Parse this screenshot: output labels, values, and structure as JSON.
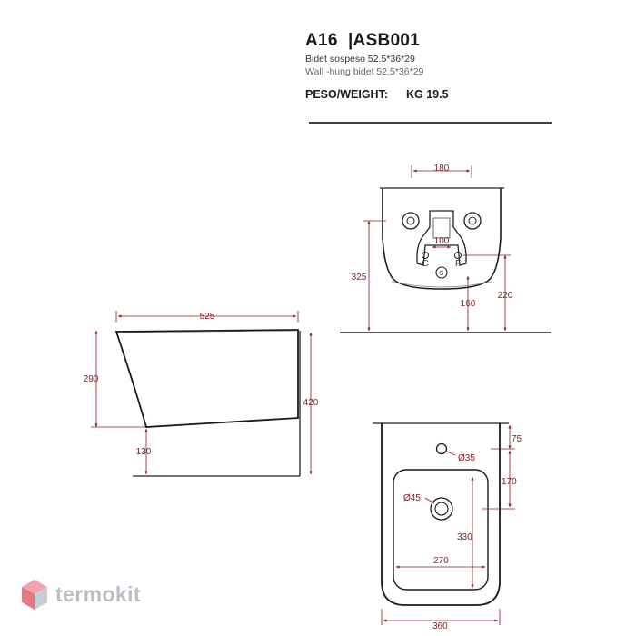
{
  "header": {
    "model": "A16",
    "code": "|ASB001",
    "desc_it": "Bidet sospeso 52.5*36*29",
    "desc_en": "Wall -hung bidet 52.5*36*29",
    "weight_label": "PESO/WEIGHT:",
    "weight_value": "KG 19.5"
  },
  "colors": {
    "dimension": "#8b1e24",
    "outline": "#1a1a1a",
    "watermark": "#b9bec6",
    "logo": "#e07a86"
  },
  "front_view": {
    "dims": {
      "top_width": "180",
      "inner_width": "100",
      "height_left": "325",
      "height_waste": "160",
      "height_right": "220"
    },
    "labels": {
      "cold": "C",
      "hot": "F",
      "waste": "S"
    }
  },
  "side_view": {
    "dims": {
      "length": "525",
      "height_rear": "290",
      "height_total": "420",
      "height_bottom": "130"
    }
  },
  "top_view": {
    "dims": {
      "depth_top": "75",
      "depth_mid": "170",
      "tap_hole": "Ø35",
      "drain_hole": "Ø45",
      "length": "330",
      "inner_width": "270",
      "total_width": "360"
    }
  },
  "watermark": {
    "text": "termokit",
    "icon": "hexagon-cube-icon"
  }
}
